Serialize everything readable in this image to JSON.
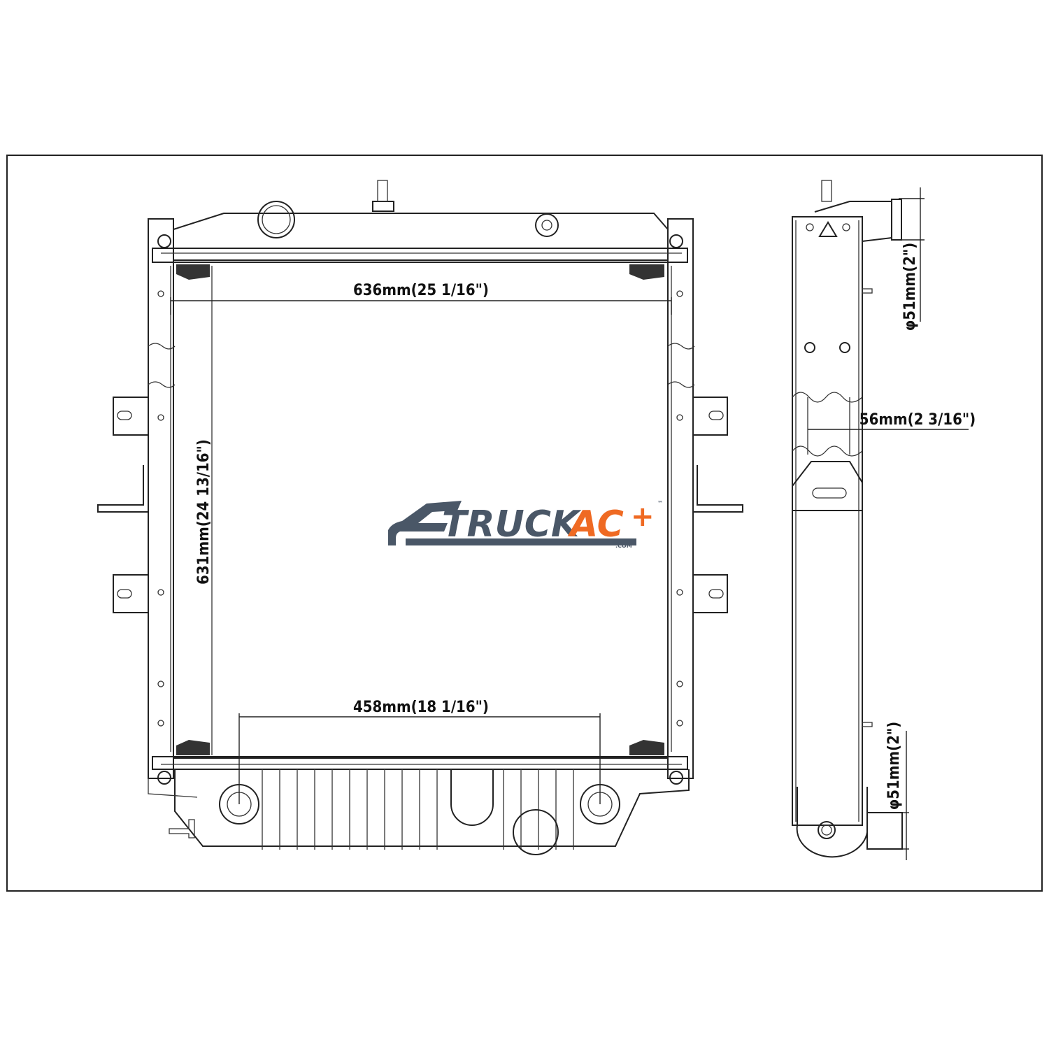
{
  "dimensions": {
    "core_width": "636mm(25 1/16\")",
    "core_height": "631mm(24 13/16\")",
    "outlet_spacing": "458mm(18 1/16\")",
    "core_thickness": "56mm(2 3/16\")",
    "inlet_diameter": "φ51mm(2\")",
    "outlet_diameter": "φ51mm(2\")"
  },
  "logo": {
    "word1": "TRUCK",
    "word2": "AC",
    "plus": "+",
    "tm": "™",
    "com": ".COM",
    "colors": {
      "gray": "#4a5767",
      "orange": "#ef6a23"
    }
  }
}
